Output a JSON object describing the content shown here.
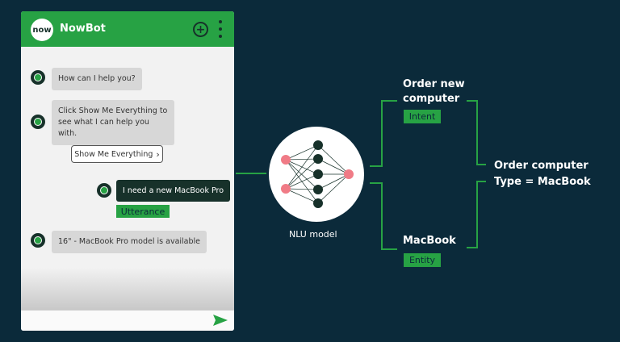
{
  "chat": {
    "bot_name": "NowBot",
    "logo_text": "now",
    "messages": [
      {
        "text": "How can I help you?"
      },
      {
        "text": "Click Show Me Everything to see what I can help you with."
      }
    ],
    "show_button": {
      "label": "Show Me Everything",
      "icon": "chevron-right-icon"
    },
    "user_message": "I need a new MacBook Pro",
    "utterance_tag": "Utterance",
    "reply": "16\" - MacBook Pro  model is available",
    "input_placeholder": ""
  },
  "diagram": {
    "nlu_label": "NLU model",
    "intent_title": "Order new computer",
    "intent_tag": "Intent",
    "entity_title": "MacBook",
    "entity_tag": "Entity",
    "result_line1": "Order computer",
    "result_line2": "Type = MacBook"
  },
  "colors": {
    "background": "#0b2a3a",
    "accent": "#27a244",
    "node_pink": "#f07b86",
    "node_dark": "#17312a"
  }
}
